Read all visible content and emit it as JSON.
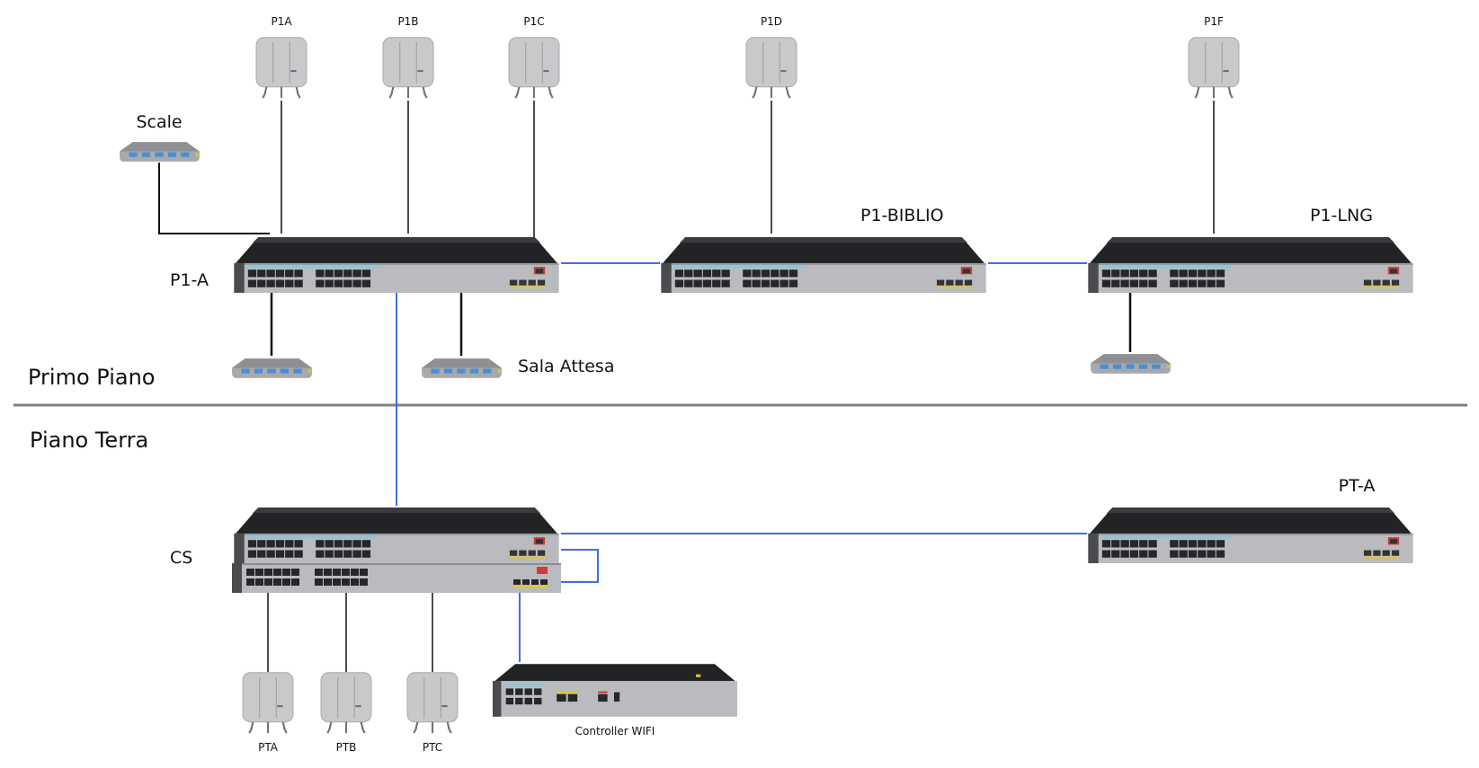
{
  "floors": {
    "upper": "Primo Piano",
    "ground": "Piano Terra"
  },
  "switches": {
    "p1a": "P1-A",
    "p1biblio": "P1-BIBLIO",
    "p1lng": "P1-LNG",
    "cs": "CS",
    "pta": "PT-A"
  },
  "small_switches": {
    "scale": "Scale",
    "sala_attesa": "Sala Attesa"
  },
  "access_points": {
    "p1a": "P1A",
    "p1b": "P1B",
    "p1c": "P1C",
    "p1d": "P1D",
    "p1f": "P1F",
    "pta": "PTA",
    "ptb": "PTB",
    "ptc": "PTC"
  },
  "controller": {
    "label": "Controller WIFI"
  },
  "colors": {
    "uplink": "#3f6fe0",
    "cable": "#111111",
    "floor_divider": "#808080"
  }
}
